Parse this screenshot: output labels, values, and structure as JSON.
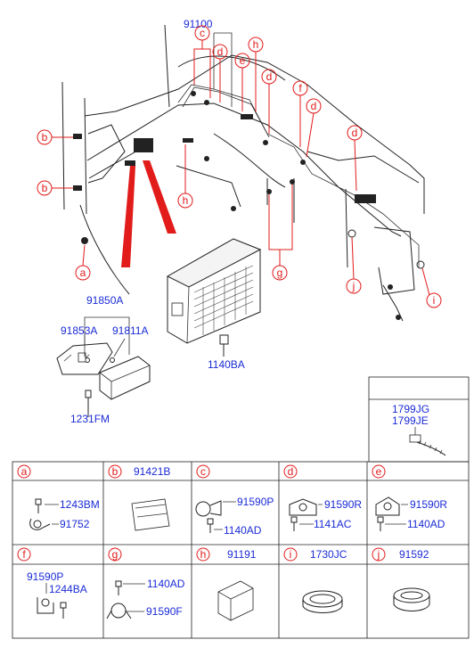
{
  "top_label": "91100",
  "callout_letters": [
    "a",
    "b",
    "c",
    "d",
    "e",
    "f",
    "g",
    "h",
    "i",
    "j"
  ],
  "assembly": {
    "main": "91850A",
    "left_sub": "91853A",
    "right_sub": "91811A",
    "bolt": "1231FM",
    "box_bolt": "1140BA"
  },
  "clip_box": {
    "part1": "1799JG",
    "part2": "1799JE"
  },
  "table": {
    "row1": [
      {
        "letter": "a",
        "header": "",
        "parts": [
          "1243BM",
          "91752"
        ]
      },
      {
        "letter": "b",
        "header": "91421B",
        "parts": []
      },
      {
        "letter": "c",
        "header": "",
        "parts": [
          "91590P",
          "1140AD"
        ]
      },
      {
        "letter": "d",
        "header": "",
        "parts": [
          "91590R",
          "1141AC"
        ]
      },
      {
        "letter": "e",
        "header": "",
        "parts": [
          "91590R",
          "1140AD"
        ]
      }
    ],
    "row2": [
      {
        "letter": "f",
        "header": "",
        "parts": [
          "91590P",
          "1244BA"
        ]
      },
      {
        "letter": "g",
        "header": "",
        "parts": [
          "1140AD",
          "91590F"
        ]
      },
      {
        "letter": "h",
        "header": "91191",
        "parts": []
      },
      {
        "letter": "i",
        "header": "1730JC",
        "parts": []
      },
      {
        "letter": "j",
        "header": "91592",
        "parts": []
      }
    ]
  },
  "colors": {
    "part_text": "#1a2bd6",
    "callout": "#e21b1b",
    "line": "#222222"
  }
}
